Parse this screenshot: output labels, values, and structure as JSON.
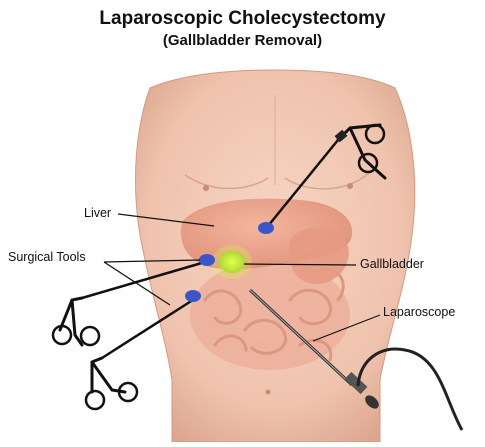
{
  "title": "Laparoscopic Cholecystectomy",
  "subtitle": "(Gallbladder Removal)",
  "labels": {
    "liver": "Liver",
    "surgical_tools": "Surgical Tools",
    "gallbladder": "Gallbladder",
    "laparoscope": "Laparoscope"
  },
  "colors": {
    "skin": "#efc3ad",
    "liver": "#e8967b",
    "intestine": "#e9a08d",
    "gallbladder": "#b7dc3a",
    "trocar": "#3a56c8",
    "instrument": "#111111"
  }
}
